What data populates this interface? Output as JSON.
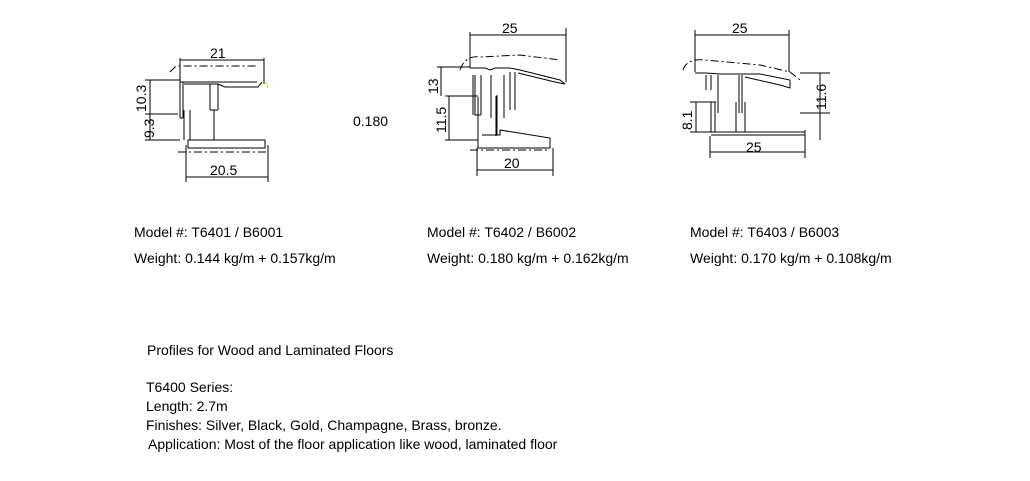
{
  "profiles": [
    {
      "model": "Model #: T6401 / B6001",
      "weight": "Weight: 0.144 kg/m + 0.157kg/m",
      "dims": [
        "21",
        "10.3",
        "9.3",
        "20.5"
      ]
    },
    {
      "model": "Model #: T6402 / B6002",
      "weight": "Weight: 0.180 kg/m + 0.162kg/m",
      "dims": [
        "25",
        "13",
        "11.5",
        "20"
      ]
    },
    {
      "model": "Model #: T6403 / B6003",
      "weight": "Weight: 0.170 kg/m + 0.108kg/m",
      "dims": [
        "25",
        "8.1",
        "11.6",
        "25"
      ]
    }
  ],
  "floating_label": "0.180",
  "description": {
    "title": "Profiles for Wood and Laminated Floors",
    "series": "T6400 Series:",
    "length": "Length: 2.7m",
    "finishes": "Finishes: Silver, Black, Gold, Champagne, Brass, bronze.",
    "application": "Application: Most of the floor application like wood, laminated floor"
  }
}
